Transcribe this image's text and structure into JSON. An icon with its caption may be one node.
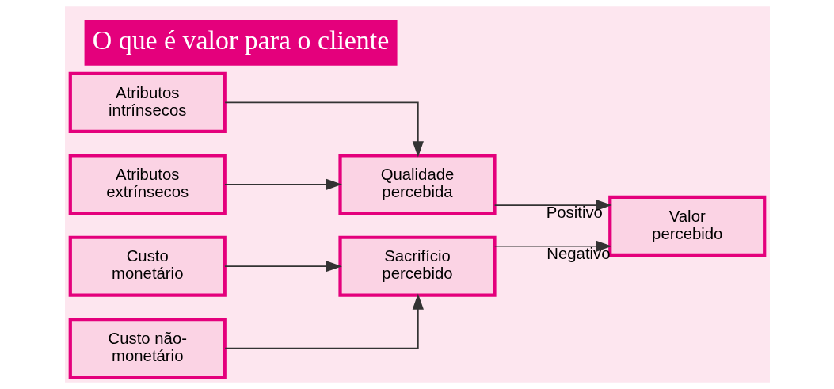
{
  "diagram": {
    "title": "O que é valor para o cliente",
    "nodes": [
      {
        "text": [
          "Atributos intrínsecos"
        ]
      },
      {
        "text": [
          "Atributos extrínsecos"
        ]
      },
      {
        "text": [
          "Custo monetário"
        ]
      },
      {
        "text": [
          "Custo não-monetário"
        ]
      },
      {
        "text": [
          "Qualidade percebida"
        ]
      },
      {
        "text": [
          "Sacrifício percebido"
        ]
      },
      {
        "text": [
          "Valor percebido"
        ]
      }
    ],
    "edges": [
      {
        "from": 0,
        "to": 4,
        "arrow": "to"
      },
      {
        "from": 1,
        "to": 4,
        "arrow": "to"
      },
      {
        "from": 2,
        "to": 5,
        "arrow": "to"
      },
      {
        "from": 3,
        "to": 5,
        "arrow": "to"
      },
      {
        "from": 4,
        "to": 6,
        "arrow": "to",
        "label": "Positivo"
      },
      {
        "from": 5,
        "to": 6,
        "arrow": "to",
        "label": "Negativo"
      }
    ]
  }
}
